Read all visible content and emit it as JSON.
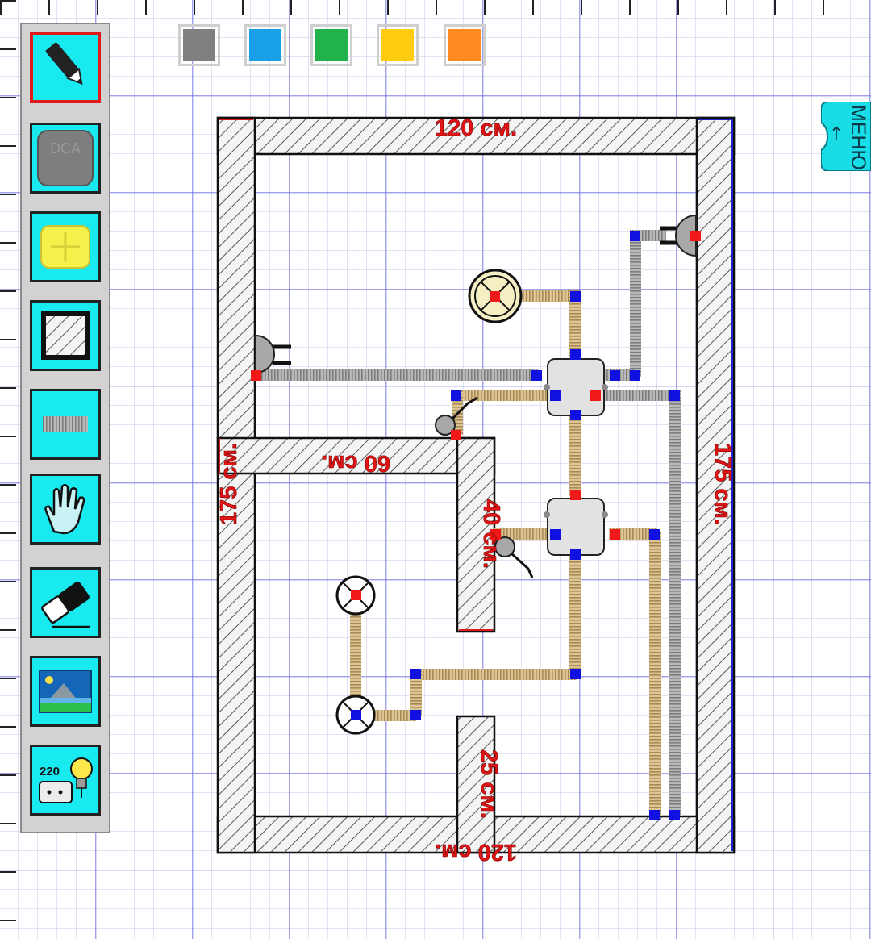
{
  "menu": {
    "label": "МЕНЮ",
    "arrow": "←"
  },
  "palette": [
    "#808080",
    "#1aa0e8",
    "#22b24c",
    "#ffcc10",
    "#ff8a22"
  ],
  "tools": [
    {
      "icon": "pencil-icon",
      "active": true
    },
    {
      "icon": "junction-box-icon",
      "label": "DCA"
    },
    {
      "icon": "socket-plate-icon"
    },
    {
      "icon": "wall-block-icon"
    },
    {
      "icon": "cable-icon"
    },
    {
      "icon": "hand-icon"
    },
    {
      "icon": "eraser-icon"
    },
    {
      "icon": "image-icon"
    },
    {
      "icon": "electric-icon",
      "label": "220"
    }
  ],
  "dimensions": {
    "top_wall": "120 см.",
    "bottom_wall": "120 см.",
    "left_wall": "175 см.",
    "right_wall": "175 см.",
    "inner_wall_horizontal": "60 см.",
    "inner_wall_vertical": "40 см.",
    "inner_wall_bottom": "25 см."
  },
  "colors": {
    "wall_hatch": "#555555",
    "wire_gray": "#9a9a9a",
    "wire_tan": "#c8ad78",
    "node_blue": "#1010e0",
    "node_red": "#f01818",
    "label_red": "#e01414"
  }
}
